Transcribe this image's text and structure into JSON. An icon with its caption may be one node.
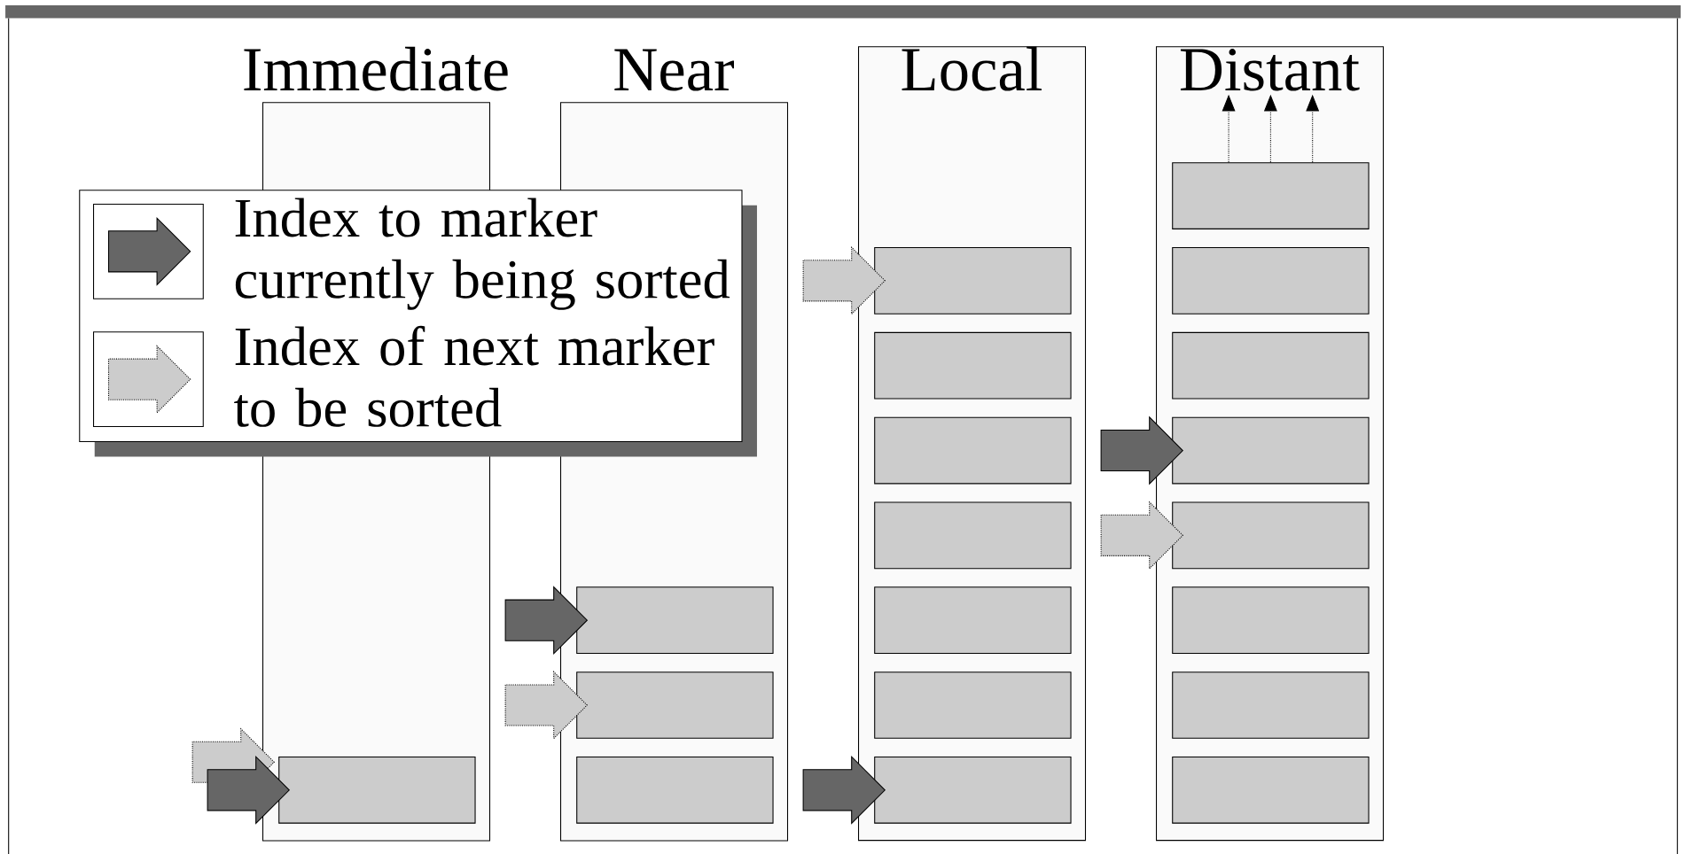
{
  "diagram": {
    "nodes": [
      {
        "text": [
          "Immediate"
        ]
      },
      {
        "text": [],
        "shape": "box",
        "in": 0
      },
      {
        "text": [
          "Near"
        ]
      },
      {
        "text": [],
        "shape": "box",
        "in": 2
      },
      {
        "text": [],
        "shape": "box",
        "in": 2
      },
      {
        "text": [],
        "shape": "box",
        "in": 2
      },
      {
        "text": [
          "Local"
        ]
      },
      {
        "text": [],
        "shape": "box",
        "in": 6
      },
      {
        "text": [],
        "shape": "box",
        "in": 6
      },
      {
        "text": [],
        "shape": "box",
        "in": 6
      },
      {
        "text": [],
        "shape": "box",
        "in": 6
      },
      {
        "text": [],
        "shape": "box",
        "in": 6
      },
      {
        "text": [],
        "shape": "box",
        "in": 6
      },
      {
        "text": [],
        "shape": "box",
        "in": 6
      },
      {
        "text": [
          "Distant"
        ]
      },
      {
        "text": [],
        "shape": "box",
        "in": 14
      },
      {
        "text": [],
        "shape": "box",
        "in": 14
      },
      {
        "text": [],
        "shape": "box",
        "in": 14
      },
      {
        "text": [],
        "shape": "box",
        "in": 14
      },
      {
        "text": [],
        "shape": "box",
        "in": 14
      },
      {
        "text": [],
        "shape": "box",
        "in": 14
      },
      {
        "text": [],
        "shape": "box",
        "in": 14
      },
      {
        "text": [],
        "shape": "box",
        "in": 14
      }
    ],
    "edges": [
      {
        "from": null,
        "to": 1,
        "arrow": "to",
        "style": "dashed",
        "color": "#cccccc"
      },
      {
        "from": null,
        "to": 1,
        "arrow": "to"
      },
      {
        "from": null,
        "to": 3,
        "arrow": "to"
      },
      {
        "from": null,
        "to": 4,
        "arrow": "to",
        "style": "dashed",
        "color": "#cccccc"
      },
      {
        "from": null,
        "to": 7,
        "arrow": "to",
        "style": "dashed",
        "color": "#cccccc"
      },
      {
        "from": null,
        "to": 13,
        "arrow": "to"
      },
      {
        "from": null,
        "to": 18,
        "arrow": "to"
      },
      {
        "from": null,
        "to": 19,
        "arrow": "to",
        "style": "dashed",
        "color": "#cccccc"
      },
      {
        "from": 15,
        "to": null,
        "arrow": "to",
        "style": "dashed",
        "color": "#000000"
      },
      {
        "from": 15,
        "to": null,
        "arrow": "to",
        "style": "dashed",
        "color": "#000000"
      },
      {
        "from": 15,
        "to": null,
        "arrow": "to",
        "style": "dashed",
        "color": "#000000"
      }
    ],
    "legend": [
      {
        "text": "Index to marker currently being sorted"
      },
      {
        "text": "Index of next marker to be sorted"
      }
    ]
  }
}
